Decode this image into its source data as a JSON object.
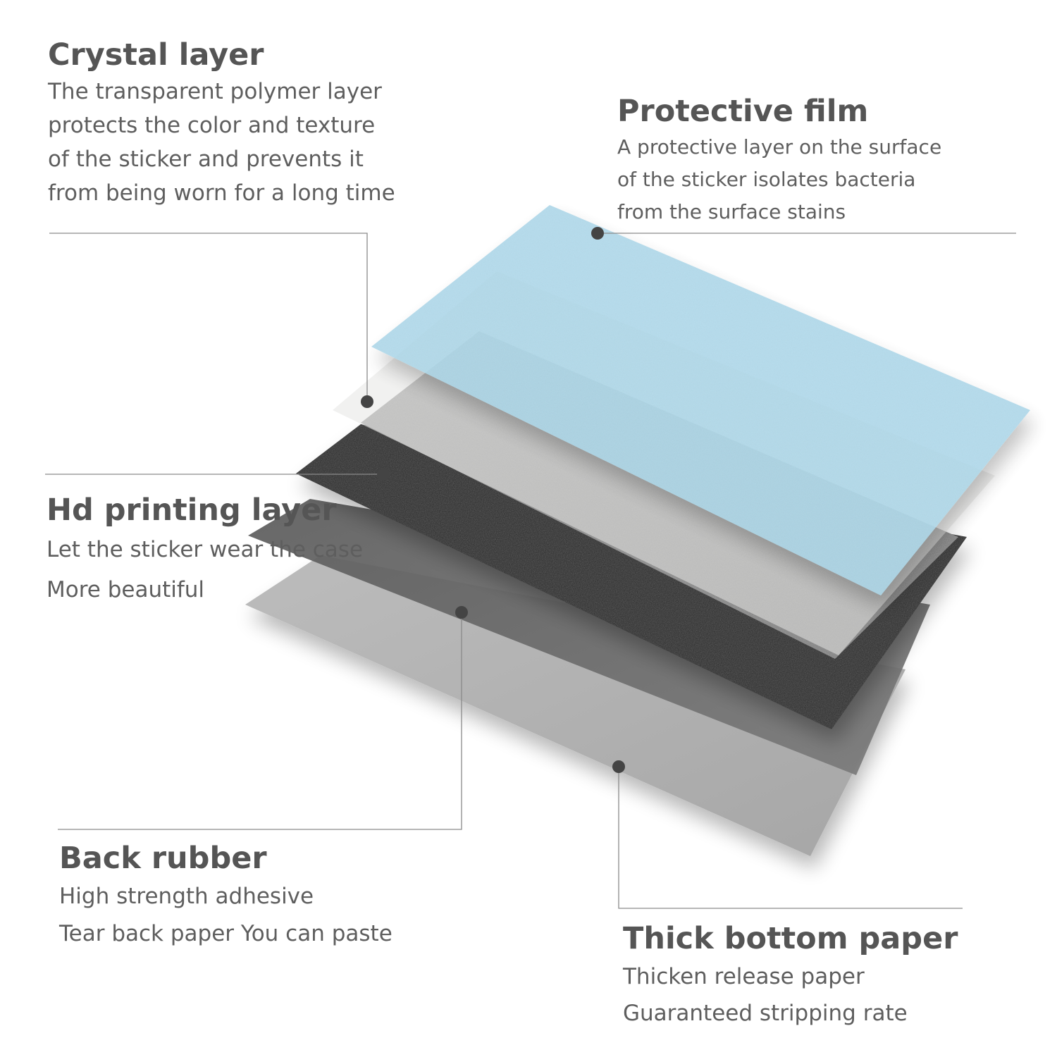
{
  "colors": {
    "text_title": "#555555",
    "text_desc": "#5e5e5e",
    "leader_line": "#8a8a8a",
    "dot": "#444444",
    "protective_film": "#a7d6ea",
    "crystal_layer": "#e4e4e2",
    "hd_printing_layer": "#8c8c8c",
    "back_rubber_layer": "#2a2a2a",
    "thick_bottom_paper": "#9a9a9a"
  },
  "labels": [
    {
      "id": "crystal",
      "title": "Crystal layer",
      "lines": [
        "The transparent polymer layer",
        "protects the color and texture",
        "of the sticker and prevents it",
        "from being worn for a long time"
      ]
    },
    {
      "id": "protective",
      "title": "Protective film",
      "lines": [
        "A protective layer on the surface",
        "of the sticker isolates bacteria",
        "from the surface stains"
      ]
    },
    {
      "id": "hd",
      "title": "Hd printing layer",
      "lines": [
        "Let the sticker wear the case",
        "More beautiful"
      ]
    },
    {
      "id": "back",
      "title": "Back rubber",
      "lines": [
        "High strength adhesive",
        "Tear back paper You can paste"
      ]
    },
    {
      "id": "thick",
      "title": "Thick bottom paper",
      "lines": [
        "Thicken release paper",
        "Guaranteed stripping rate"
      ]
    }
  ]
}
